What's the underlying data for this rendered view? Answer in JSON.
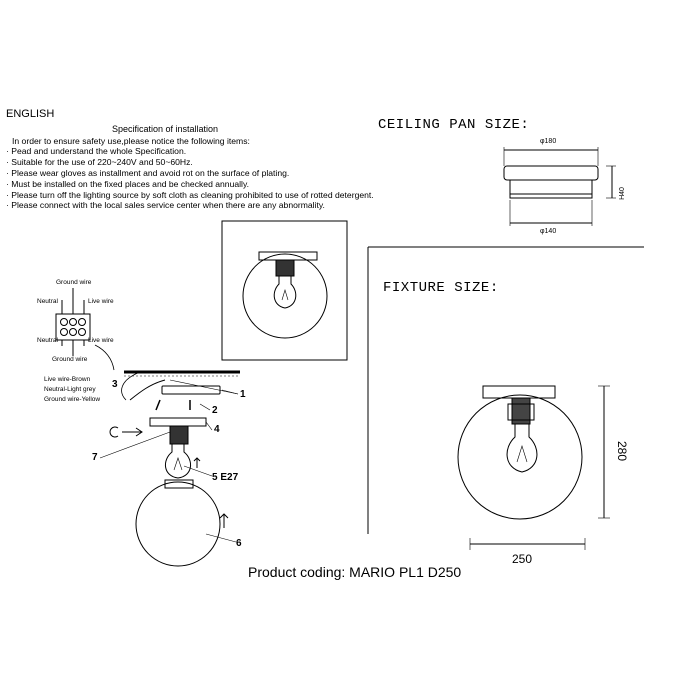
{
  "language": "ENGLISH",
  "spec": {
    "title": "Specification of installation",
    "lines": [
      "In order to ensure safety use,please notice the following items:",
      "· Pead and understand the whole Specification.",
      "· Suitable for the use of 220~240V and 50~60Hz.",
      "· Please wear gloves as installment and avoid rot on the surface of plating.",
      "· Must be installed on the fixed places and be checked annually.",
      "· Please turn off the lighting source by soft cloth as cleaning prohibited to use of rotted detergent.",
      "· Please connect with the local sales service center when there are any abnormality."
    ]
  },
  "ceiling_pan": {
    "title": "CEILING PAN SIZE:",
    "top_dim": "φ180",
    "bottom_dim": "φ140",
    "height_dim": "H40"
  },
  "fixture": {
    "title": "FIXTURE SIZE:",
    "width": "250",
    "height": "280"
  },
  "wiring": {
    "ground_top": "Ground wire",
    "neutral_top": "Neutral",
    "live_top": "Live wire",
    "neutral_bottom": "Neutral",
    "live_bottom": "Live wire",
    "ground_bottom": "Ground wire",
    "legend": [
      "Live wire-Brown",
      "Neutral-Light grey",
      "Ground wire-Yellow"
    ]
  },
  "callouts": {
    "c1": "1",
    "c2": "2",
    "c3": "3",
    "c4": "4",
    "c5": "5 E27",
    "c6": "6",
    "c7": "7"
  },
  "product_coding": "Product coding: MARIO PL1 D250"
}
